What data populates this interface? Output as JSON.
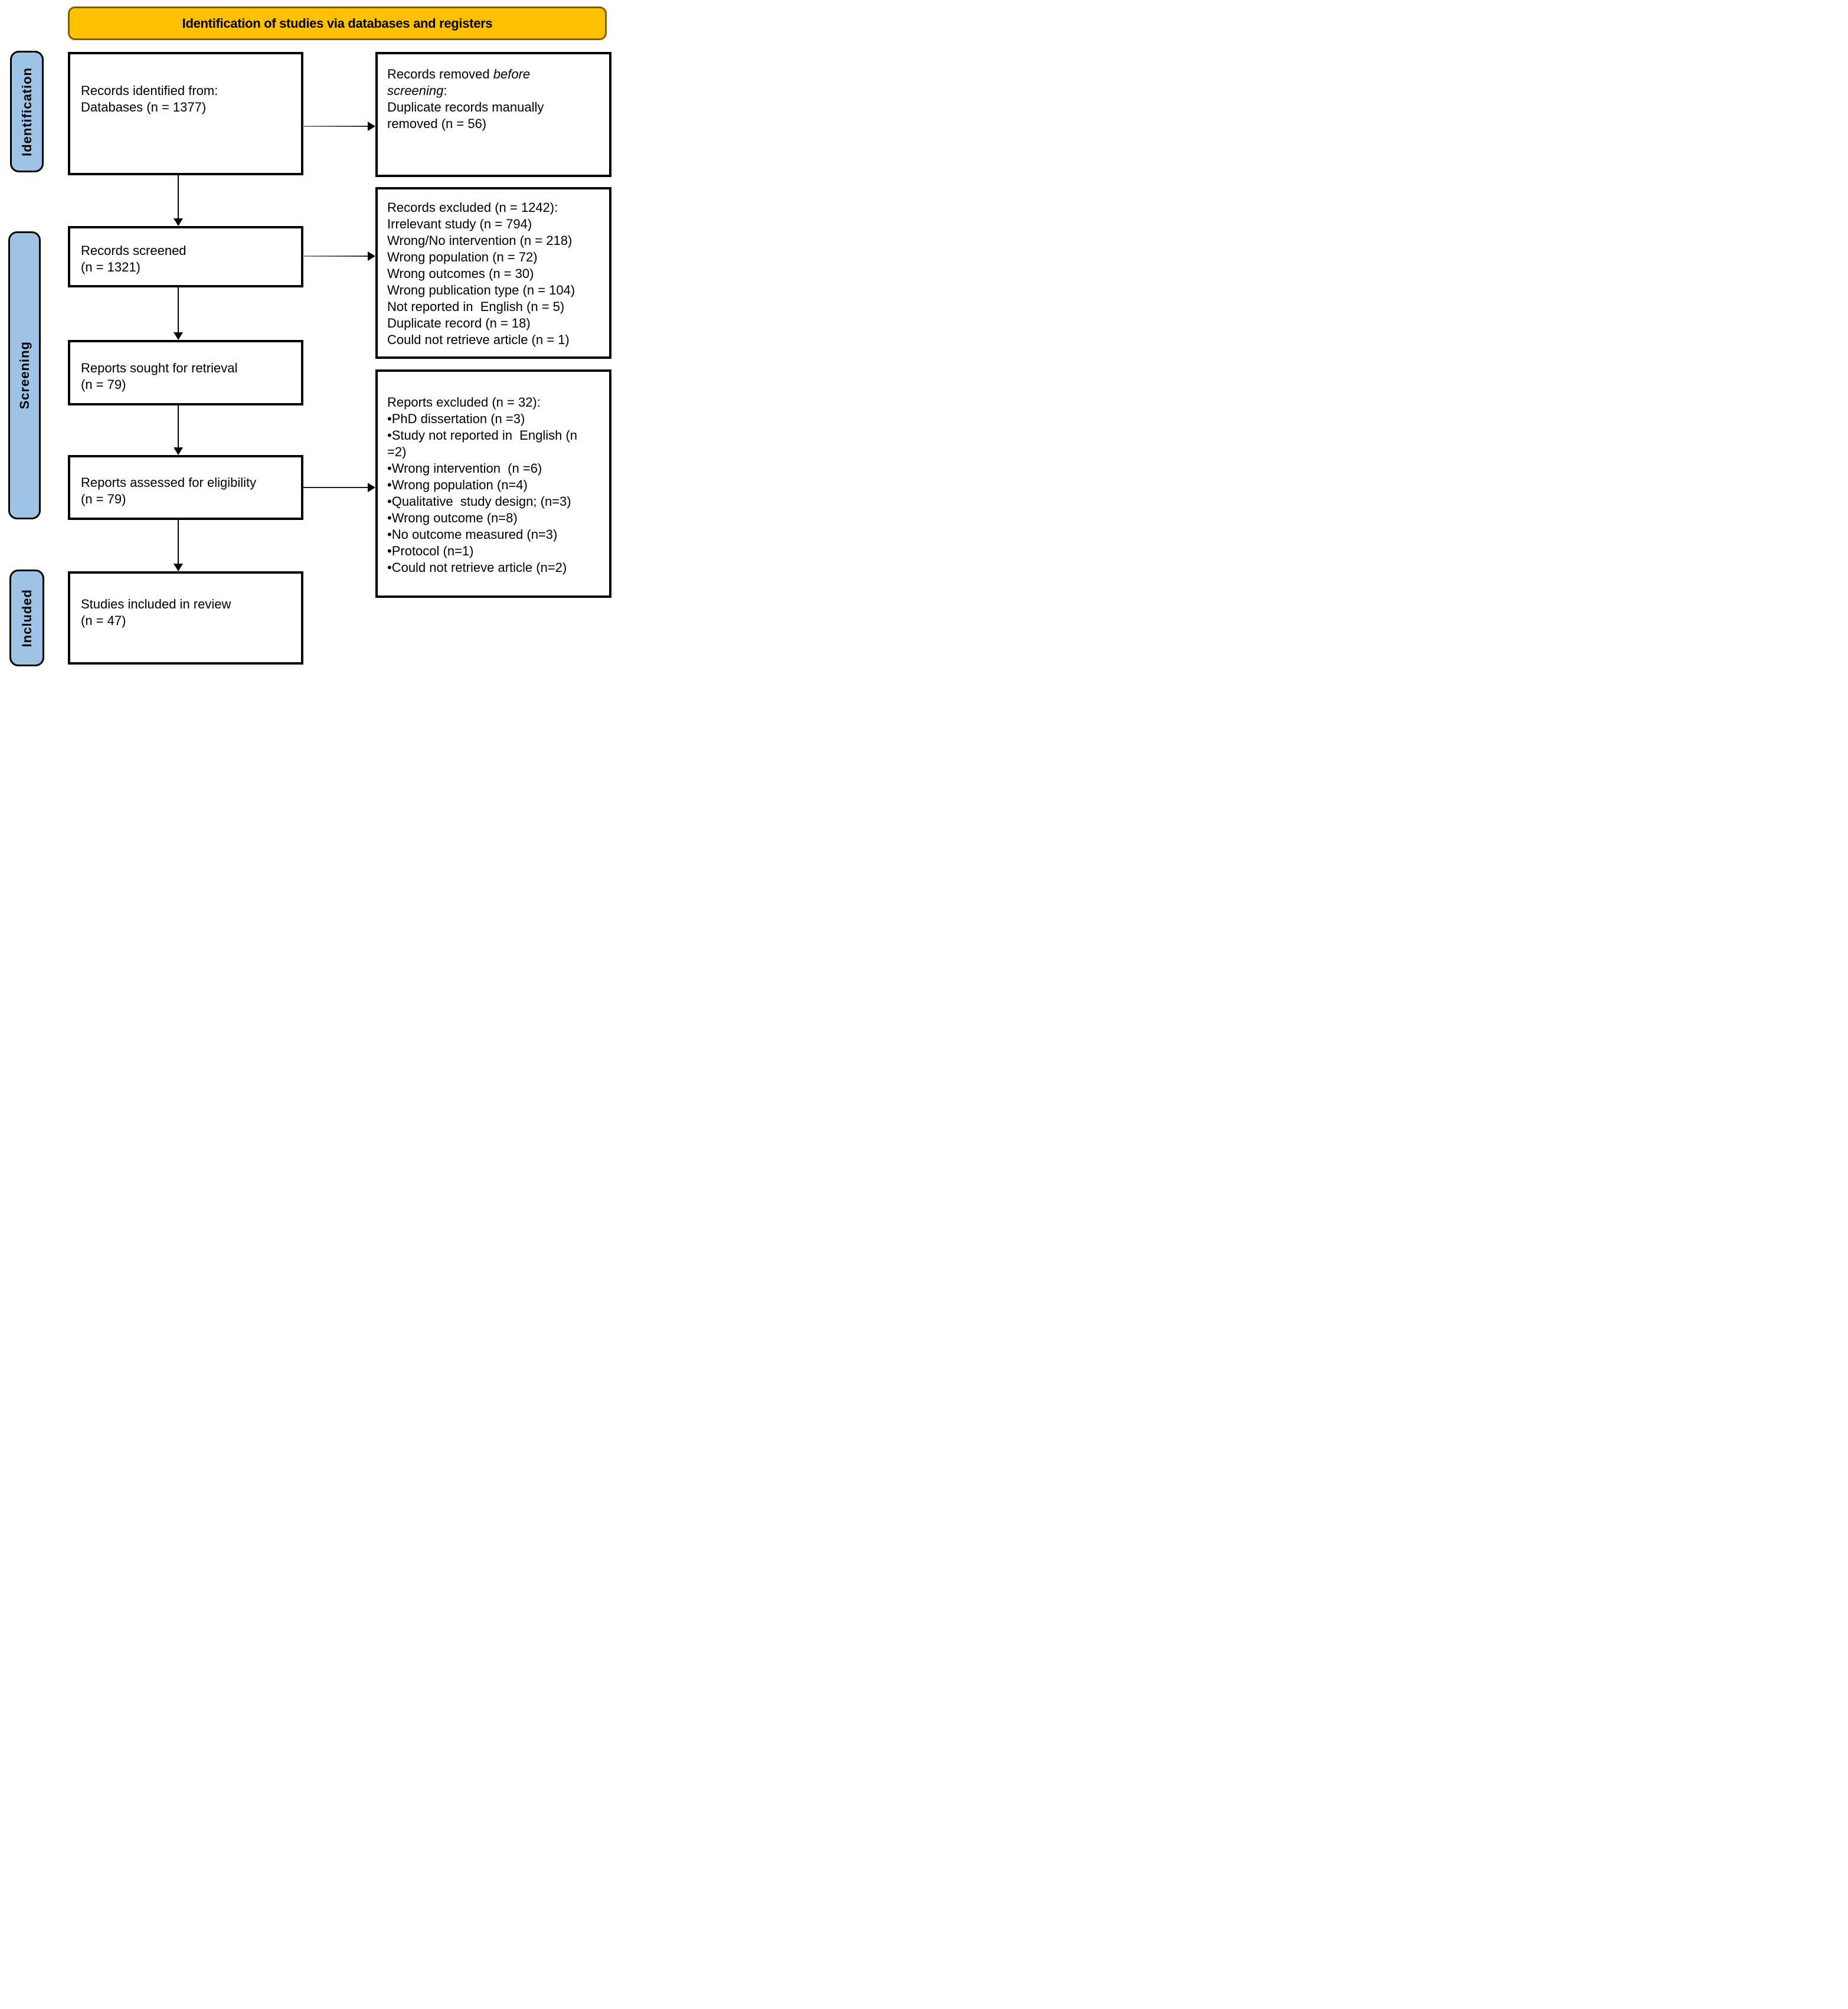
{
  "banner": {
    "title": "Identification of studies via databases and registers"
  },
  "stage_labels": [
    {
      "label": "Identification"
    },
    {
      "label": "Screening"
    },
    {
      "label": "Included"
    }
  ],
  "main_boxes": [
    {
      "lines": [
        "Records identified from:",
        "Databases (n = 1377)"
      ]
    },
    {
      "lines": [
        "Records screened",
        "(n = 1321)"
      ]
    },
    {
      "lines": [
        "Reports sought for retrieval",
        "(n = 79)"
      ]
    },
    {
      "lines": [
        "Reports assessed for eligibility",
        "(n = 79)"
      ]
    },
    {
      "lines": [
        "Studies included in review",
        "(n = 47)"
      ]
    }
  ],
  "side_boxes": {
    "removed_before_screening": {
      "l1_regular": "Records removed ",
      "l1_italic": "before",
      "l2_italic": "screening",
      "l2_suffix": ":",
      "l3": "Duplicate records manually",
      "l4": "removed (n = 56)"
    },
    "records_excluded": {
      "lines": [
        "Records excluded (n = 1242):",
        "Irrelevant study (n = 794)",
        "Wrong/No intervention (n = 218)",
        "Wrong population (n = 72)",
        "Wrong outcomes (n = 30)",
        "Wrong publication type (n = 104)",
        "Not reported in  English (n = 5)",
        "Duplicate record (n = 18)",
        "Could not retrieve article (n = 1)"
      ]
    },
    "reports_excluded": {
      "lines": [
        "Reports excluded (n = 32):",
        "•PhD dissertation (n =3)",
        "•Study not reported in  English (n",
        "=2)",
        "•Wrong intervention  (n =6)",
        "•Wrong population (n=4)",
        "•Qualitative  study design; (n=3)",
        "•Wrong outcome (n=8)",
        "•No outcome measured (n=3)",
        "•Protocol (n=1)",
        "•Could not retrieve article (n=2)"
      ]
    }
  },
  "colors": {
    "banner_fill": "#FFC000",
    "banner_border": "#7F6000",
    "stage_label_fill": "#9DC3E6",
    "box_border": "#000000",
    "arrow_gray": "#8C8C8C",
    "arrow_black": "#000000"
  }
}
